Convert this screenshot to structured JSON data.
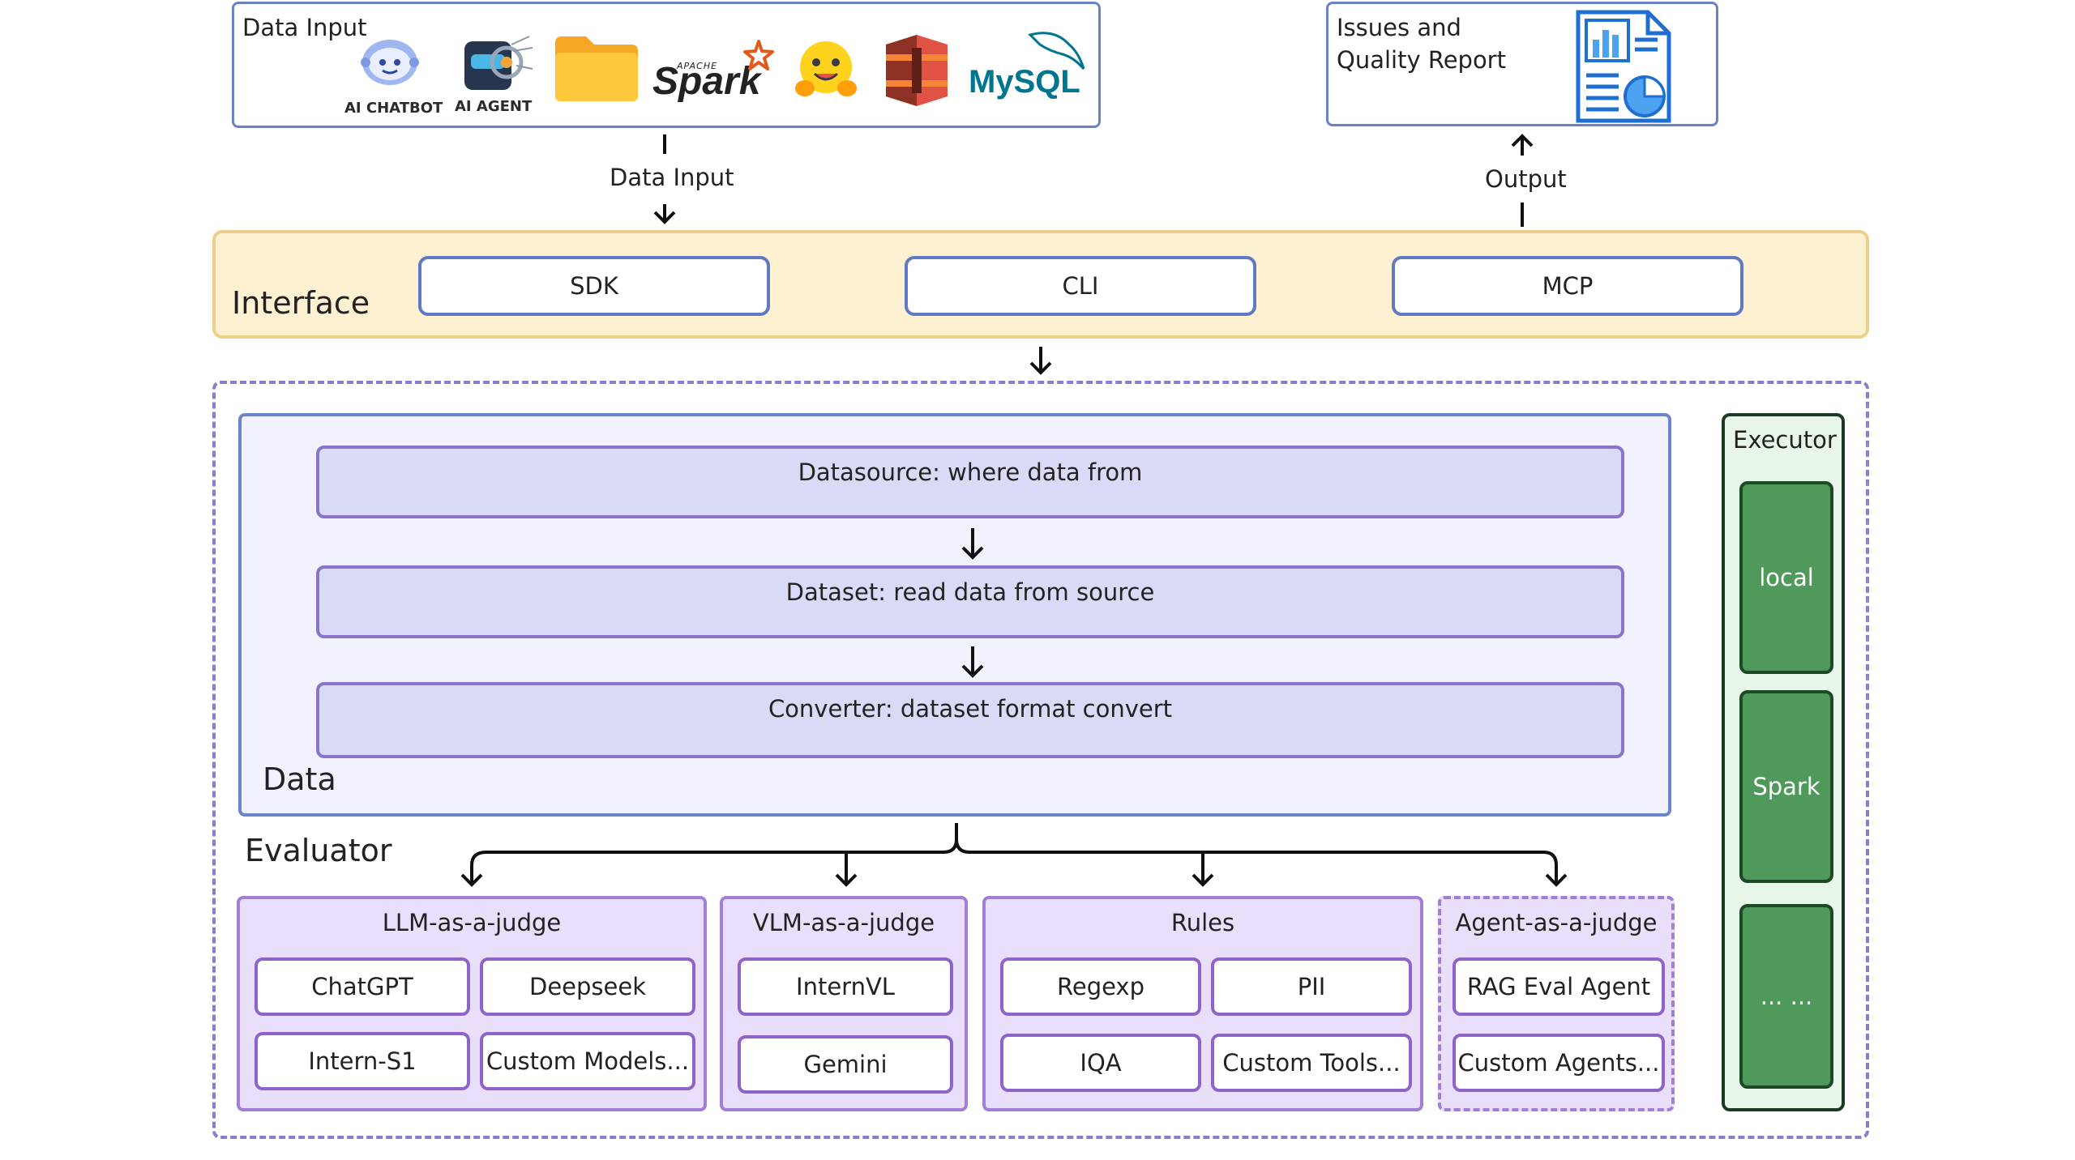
{
  "top": {
    "data_input_title": "Data Input",
    "icon_captions": {
      "chatbot": "AI CHATBOT",
      "agent": "AI AGENT"
    },
    "logos": {
      "spark_small": "APACHE",
      "spark": "Spark",
      "mysql": "MySQL"
    },
    "report_title_line1": "Issues and",
    "report_title_line2": "Quality Report"
  },
  "arrows": {
    "data_input_label": "Data Input",
    "output_label": "Output"
  },
  "interface": {
    "label": "Interface",
    "buttons": [
      "SDK",
      "CLI",
      "MCP"
    ]
  },
  "data": {
    "label": "Data",
    "bars": [
      "Datasource: where data from",
      "Dataset: read data from source",
      "Converter: dataset format convert"
    ]
  },
  "executor": {
    "label": "Executor",
    "cells": [
      "local",
      "Spark",
      "... ..."
    ]
  },
  "evaluator": {
    "label": "Evaluator",
    "groups": [
      {
        "title": "LLM-as-a-judge",
        "items": [
          "ChatGPT",
          "Deepseek",
          "Intern-S1",
          "Custom Models..."
        ]
      },
      {
        "title": "VLM-as-a-judge",
        "items": [
          "InternVL",
          "Gemini"
        ]
      },
      {
        "title": "Rules",
        "items": [
          "Regexp",
          "PII",
          "IQA",
          "Custom Tools..."
        ]
      },
      {
        "title": "Agent-as-a-judge",
        "items": [
          "RAG Eval Agent",
          "Custom Agents..."
        ]
      }
    ]
  },
  "colors": {
    "interface_fill": "#fdf1d2",
    "data_fill": "#f1f2fd",
    "executor_fill": "#4f9a5b",
    "evaluator_fill": "#eadffa"
  }
}
